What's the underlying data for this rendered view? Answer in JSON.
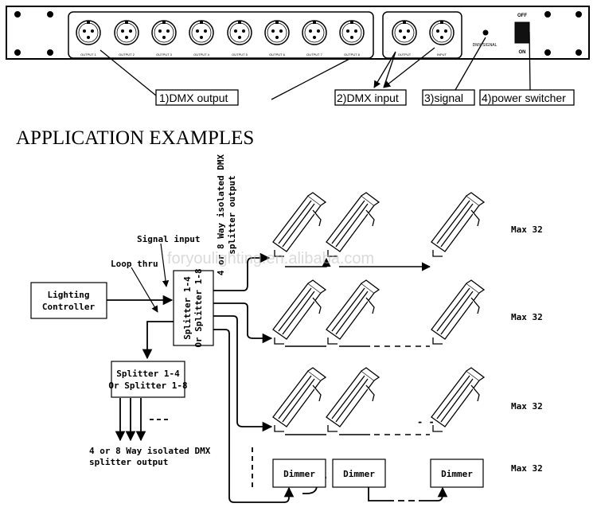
{
  "panel": {
    "output_labels": [
      "OUTPUT 1",
      "OUTPUT 2",
      "OUTPUT 3",
      "OUTPUT 4",
      "OUTPUT 5",
      "OUTPUT 6",
      "OUTPUT 7",
      "OUTPUT 8"
    ],
    "input_labels": [
      "OUTPUT",
      "INPUT"
    ],
    "signal_text": "DMX SIGNAL",
    "switch_off": "OFF",
    "switch_on": "ON"
  },
  "callouts": {
    "dmx_output": "1)DMX output",
    "dmx_input": "2)DMX input",
    "signal": "3)signal",
    "power": "4)power switcher"
  },
  "section_title": "APPLICATION EXAMPLES",
  "diagram": {
    "controller": [
      "Lighting",
      "Controller"
    ],
    "splitter_main": [
      "Splitter 1-4",
      "Or Splitter 1-8"
    ],
    "splitter_sub": [
      "Splitter 1-4",
      "Or Splitter 1-8"
    ],
    "signal_input": "Signal input",
    "loop_thru": "Loop thru",
    "top_output": [
      "4 or 8 Way isolated DMX",
      "splitter output"
    ],
    "bottom_output": [
      "4 or 8 Way isolated DMX",
      "splitter output"
    ],
    "max_labels": [
      "Max 32",
      "Max 32",
      "Max 32",
      "Max 32"
    ],
    "dimmer_label": "Dimmer",
    "dash_gap": "- - -"
  },
  "watermark": "foryoulighting.en.alibaba.com"
}
